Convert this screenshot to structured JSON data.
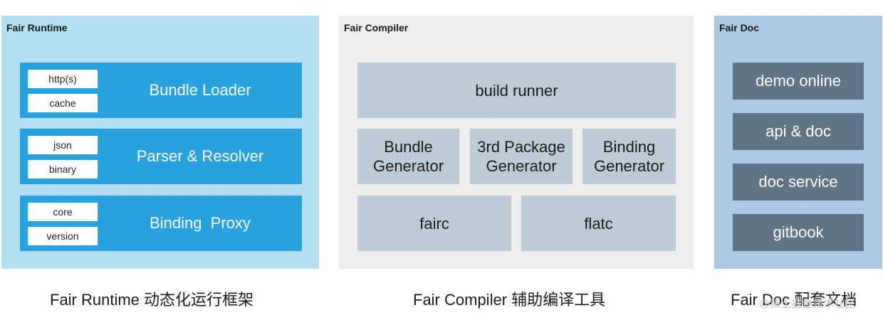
{
  "runtime": {
    "title": "Fair Runtime",
    "rows": [
      {
        "chips": [
          "http(s)",
          "cache"
        ],
        "label": "Bundle Loader"
      },
      {
        "chips": [
          "json",
          "binary"
        ],
        "label": "Parser & Resolver"
      },
      {
        "chips": [
          "core",
          "version"
        ],
        "label": "Binding  Proxy"
      }
    ]
  },
  "compiler": {
    "title": "Fair Compiler",
    "build_runner": "build runner",
    "generators": [
      {
        "line1": "Bundle",
        "line2": "Generator"
      },
      {
        "line1": "3rd Package",
        "line2": "Generator"
      },
      {
        "line1": "Binding",
        "line2": "Generator"
      }
    ],
    "tools": [
      "fairc",
      "flatc"
    ]
  },
  "doc": {
    "title": "Fair Doc",
    "items": [
      "demo online",
      "api & doc",
      "doc service",
      "gitbook"
    ]
  },
  "captions": {
    "runtime": "Fair Runtime 动态化运行框架",
    "compiler": "Fair Compiler 辅助编译工具",
    "doc": "Fair Doc 配套文档"
  },
  "watermark": "@稀土掘金技术社区",
  "colors": {
    "runtime_panel": "#b3e0f0",
    "runtime_row": "#27a2de",
    "compiler_panel": "#ededed",
    "compiler_box": "#bccbd6",
    "doc_panel": "#abc8e4",
    "doc_box": "#5f7587"
  }
}
